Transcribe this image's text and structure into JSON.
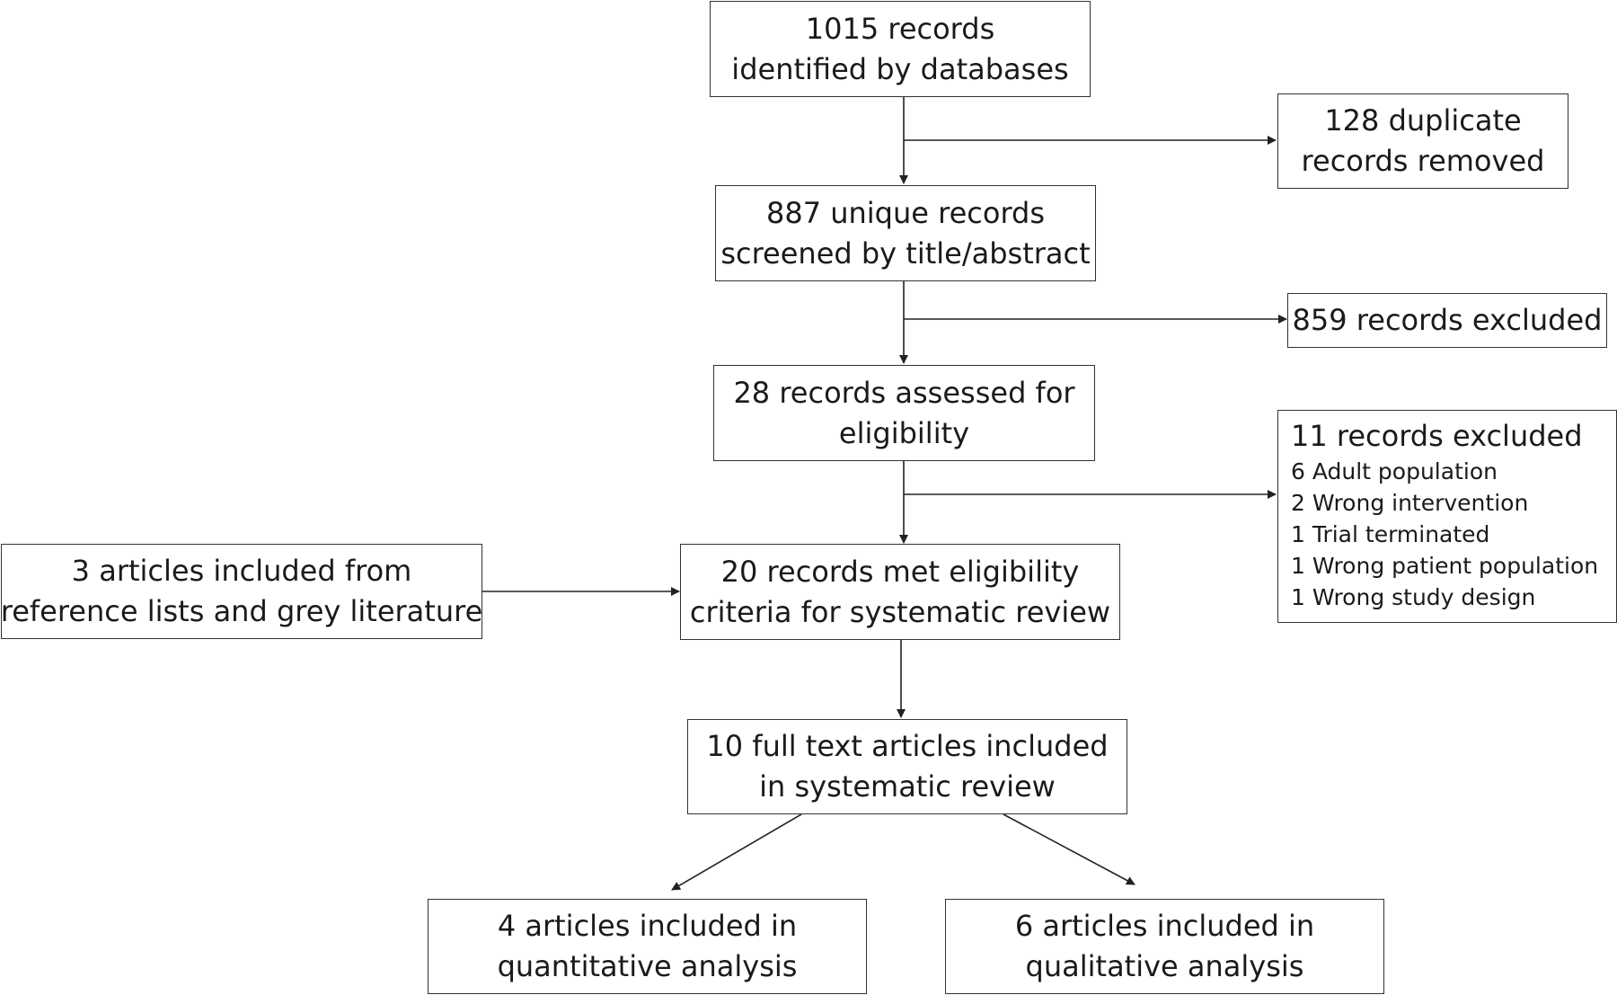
{
  "boxes": {
    "identified": [
      "1015 records",
      "identified by databases"
    ],
    "duplicates": [
      "128 duplicate",
      "records removed"
    ],
    "screened": [
      "887 unique records",
      "screened by title/abstract"
    ],
    "excluded_screening": [
      "859 records excluded"
    ],
    "assessed": [
      "28 records assessed for",
      "eligibility"
    ],
    "excluded_eligibility": {
      "title": "11 records excluded",
      "reasons": [
        "6 Adult population",
        "2 Wrong intervention",
        "1 Trial terminated",
        "1 Wrong patient population",
        "1 Wrong study design"
      ]
    },
    "additional": [
      "3 articles included from",
      "reference lists and grey literature"
    ],
    "met_criteria": [
      "20 records met eligibility",
      "criteria for systematic review"
    ],
    "included": [
      "10 full text articles included",
      "in systematic review"
    ],
    "quantitative": [
      "4 articles included in",
      "quantitative analysis"
    ],
    "qualitative": [
      "6 articles included in",
      "qualitative analysis"
    ]
  },
  "colors": {
    "border": "#333333",
    "arrow": "#222222",
    "text": "#1a1a1a",
    "background": "#ffffff"
  }
}
